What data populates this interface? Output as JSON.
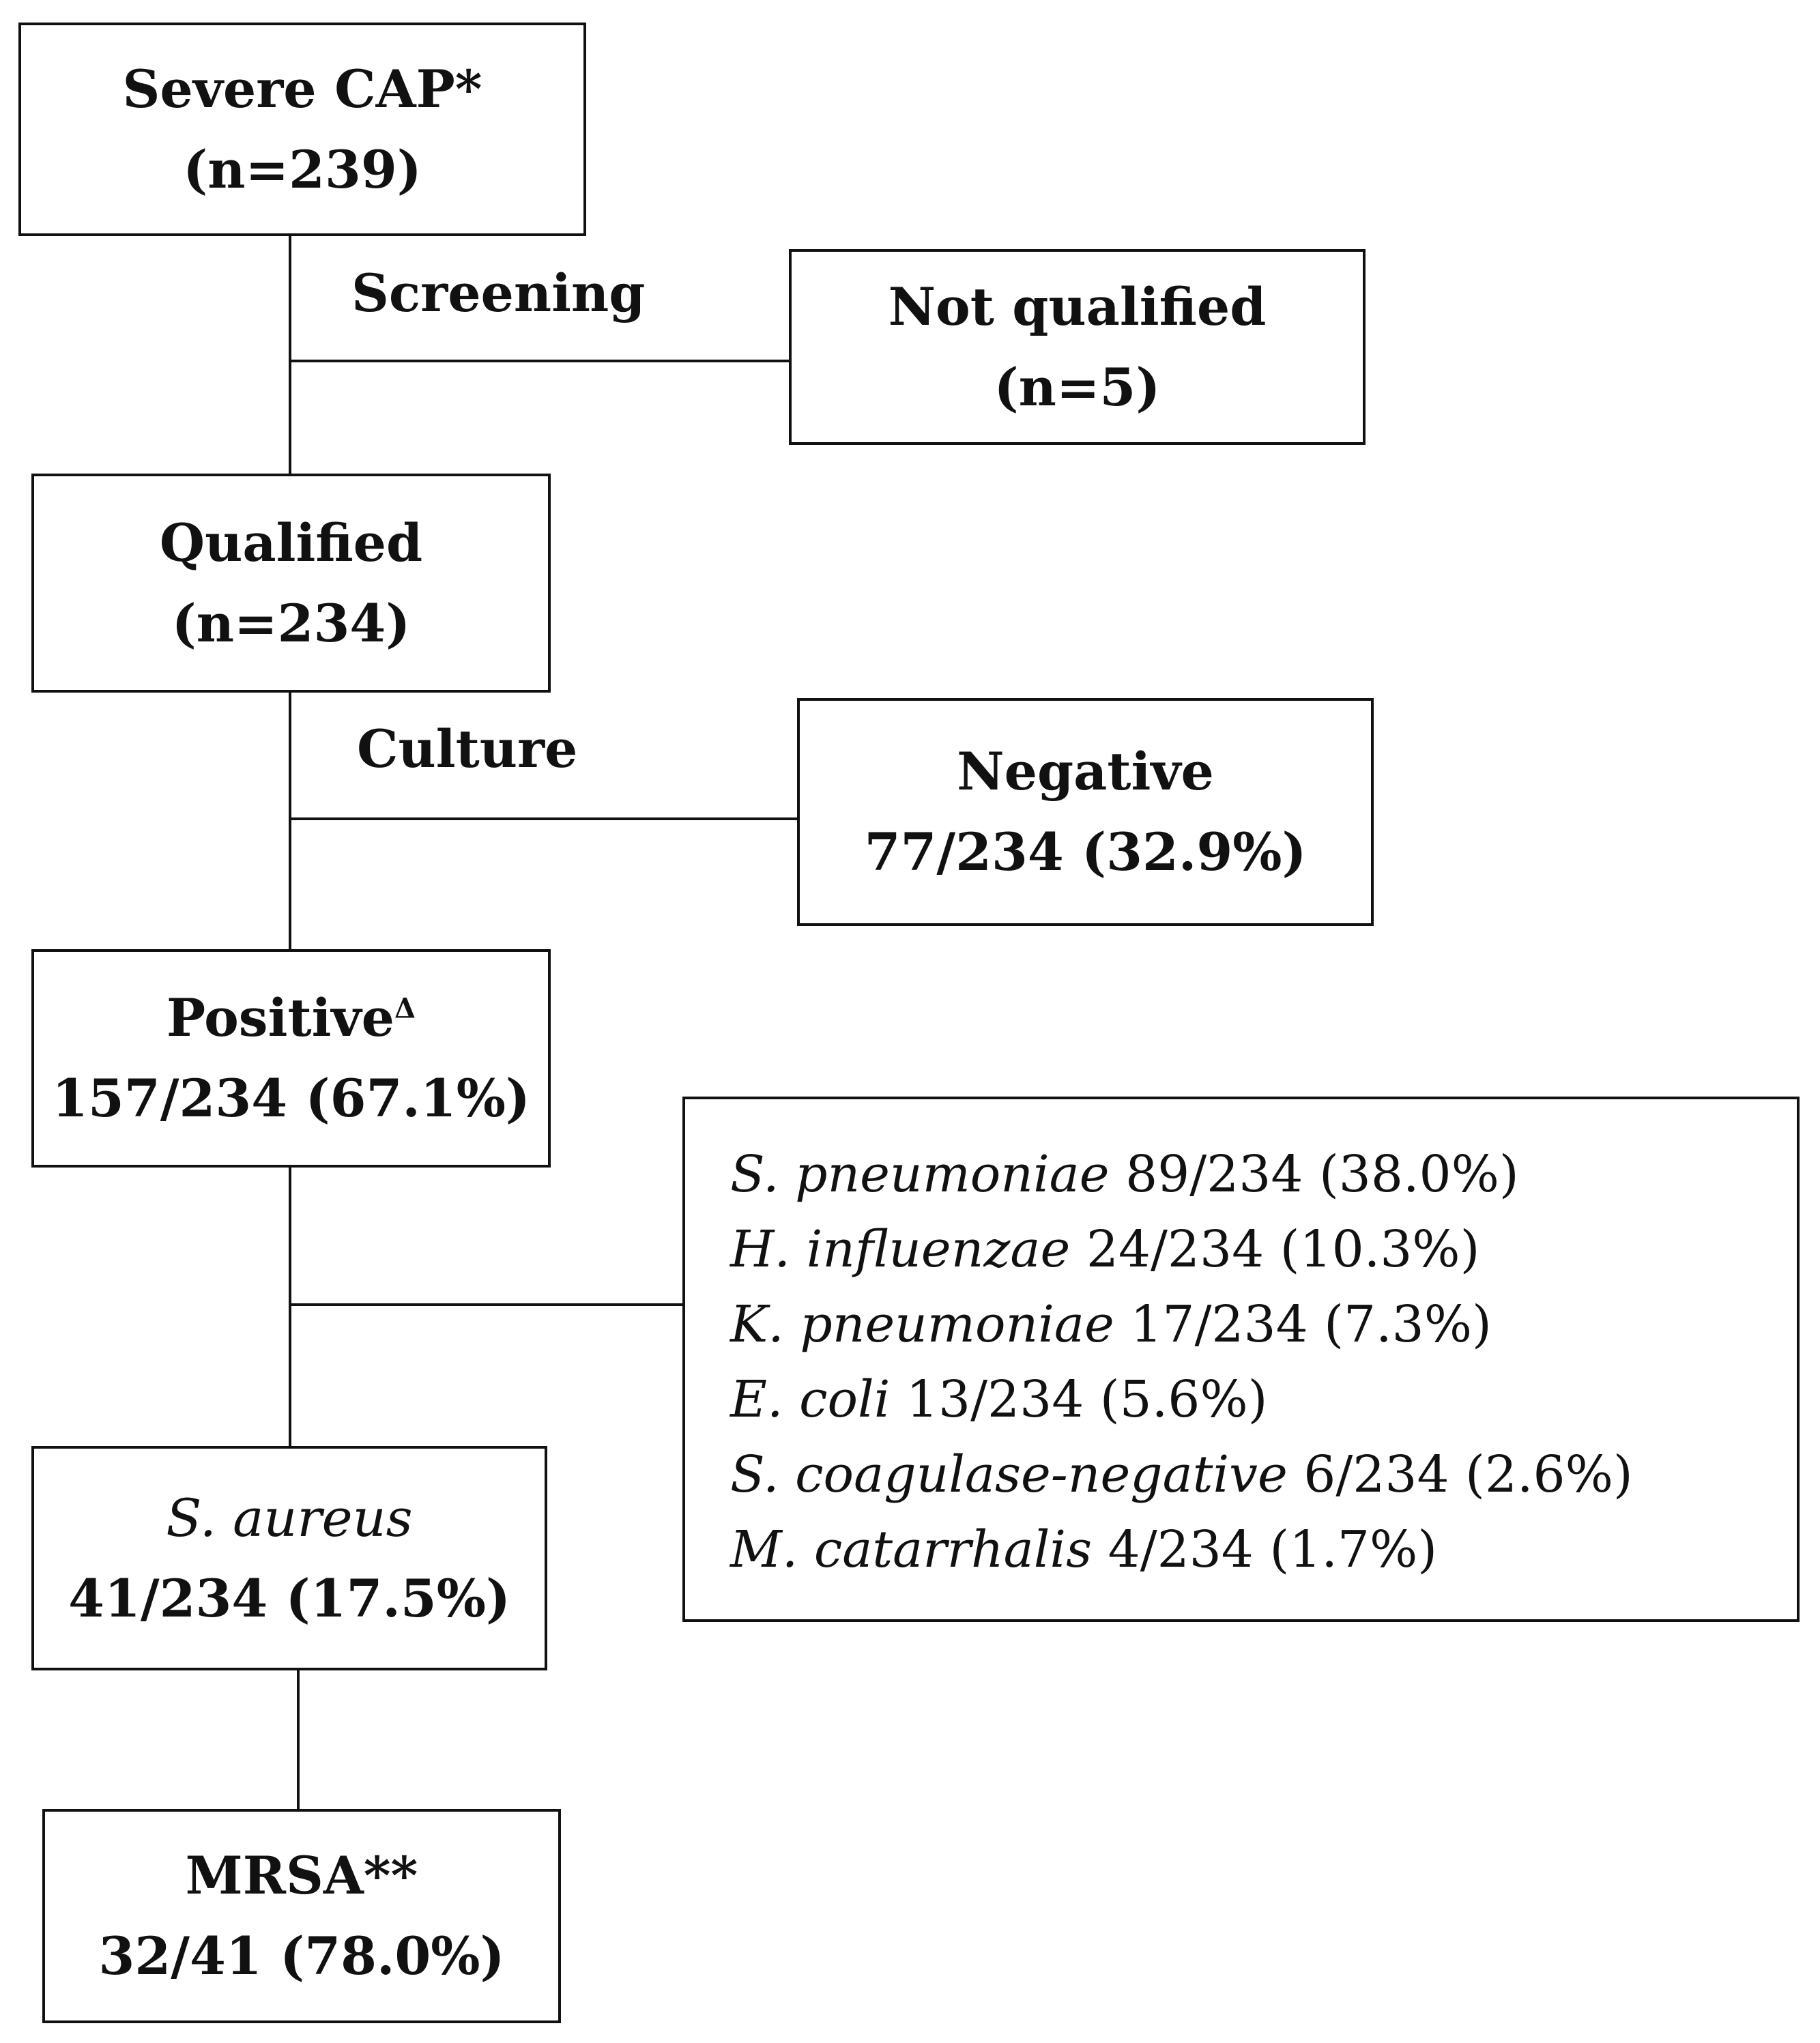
{
  "boxes": {
    "severe_cap": {
      "title": "Severe CAP*",
      "count": "(n=239)"
    },
    "not_qualified": {
      "title": "Not qualified",
      "count": "(n=5)"
    },
    "qualified": {
      "title": "Qualified",
      "count": "(n=234)"
    },
    "negative": {
      "title": "Negative",
      "count": "77/234 (32.9%)"
    },
    "positive": {
      "title": "Positive",
      "marker": "Δ",
      "count": "157/234 (67.1%)"
    },
    "s_aureus": {
      "title": "S. aureus",
      "count": "41/234 (17.5%)"
    },
    "mrsa": {
      "title": "MRSA**",
      "count": "32/41 (78.0%)"
    }
  },
  "edge_labels": {
    "screening": "Screening",
    "culture": "Culture"
  },
  "organisms": [
    {
      "name": "S. pneumoniae",
      "value": "89/234 (38.0%)"
    },
    {
      "name": "H. influenzae",
      "value": "24/234 (10.3%)"
    },
    {
      "name": "K. pneumoniae",
      "value": "17/234 (7.3%)"
    },
    {
      "name": "E. coli",
      "value": "13/234 (5.6%)"
    },
    {
      "name": "S. coagulase-negative",
      "value": "6/234 (2.6%)"
    },
    {
      "name": "M. catarrhalis",
      "value": "4/234 (1.7%)"
    }
  ]
}
